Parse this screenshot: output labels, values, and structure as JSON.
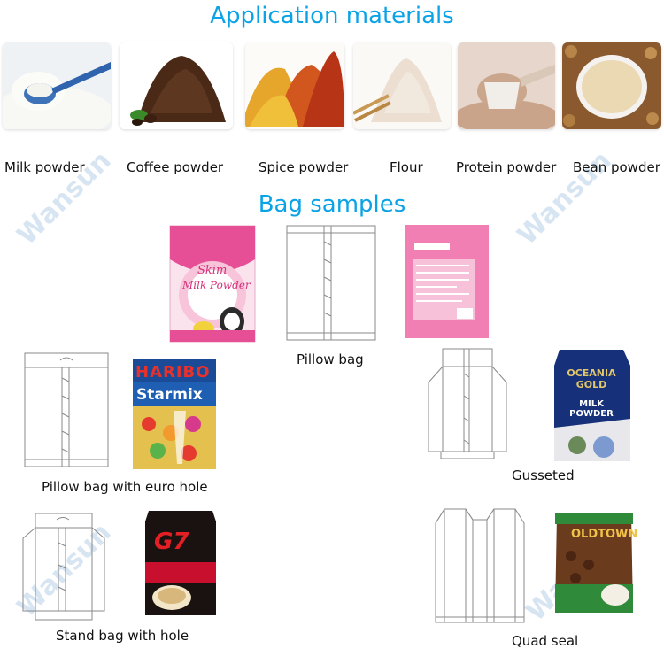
{
  "headings": {
    "application": "Application materials",
    "bags": "Bag samples"
  },
  "materials": [
    {
      "label": "Milk powder"
    },
    {
      "label": "Coffee powder"
    },
    {
      "label": "Spice powder"
    },
    {
      "label": "Flour"
    },
    {
      "label": "Protein powder"
    },
    {
      "label": "Bean powder"
    }
  ],
  "bags": {
    "pillow": "Pillow bag",
    "euro_hole": "Pillow bag with euro hole",
    "gusseted": "Gusseted",
    "stand_hole": "Stand bag with hole",
    "quad_seal": "Quad seal"
  },
  "packages": {
    "skim_brand": "Skim",
    "skim_product": "Milk Powder",
    "haribo_brand": "HARIBO",
    "haribo_product": "Starmix",
    "oceania_brand": "OCEANIA GOLD",
    "oceania_product": "MILK POWDER",
    "g7_brand": "G7",
    "oldtown_brand": "OLDTOWN"
  },
  "colors": {
    "heading": "#0aa3e6",
    "line_art": "#8a8a8a"
  }
}
